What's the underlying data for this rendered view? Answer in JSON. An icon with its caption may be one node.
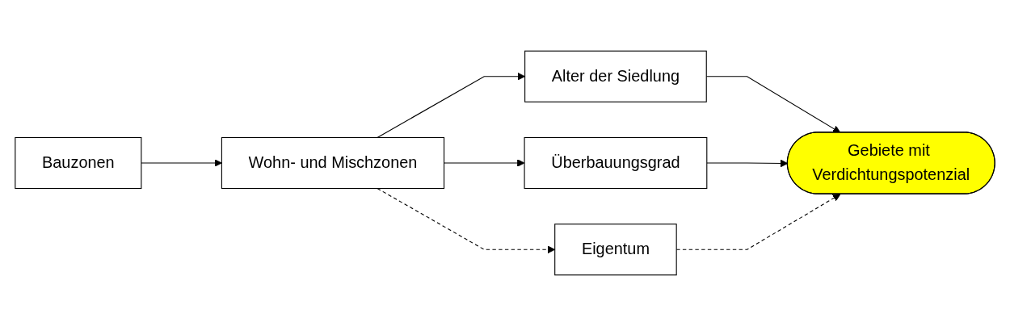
{
  "diagram": {
    "nodes": [
      {
        "text": [
          "Bauzonen"
        ]
      },
      {
        "text": [
          "Wohn- und Mischzonen"
        ]
      },
      {
        "text": [
          "Alter der Siedlung"
        ]
      },
      {
        "text": [
          "Überbauungsgrad"
        ]
      },
      {
        "text": [
          "Eigentum"
        ]
      },
      {
        "text": [
          "Gebiete mit Verdichtungspotenzial"
        ]
      }
    ],
    "edges": [
      {
        "from": 0,
        "to": 1,
        "arrow": "to"
      },
      {
        "from": 1,
        "to": 2,
        "arrow": "to"
      },
      {
        "from": 1,
        "to": 3,
        "arrow": "to"
      },
      {
        "from": 1,
        "to": 4,
        "arrow": "to",
        "style": "dashed"
      },
      {
        "from": 2,
        "to": 5,
        "arrow": "to"
      },
      {
        "from": 3,
        "to": 5,
        "arrow": "to"
      },
      {
        "from": 4,
        "to": 5,
        "arrow": "to",
        "style": "dashed"
      }
    ]
  }
}
